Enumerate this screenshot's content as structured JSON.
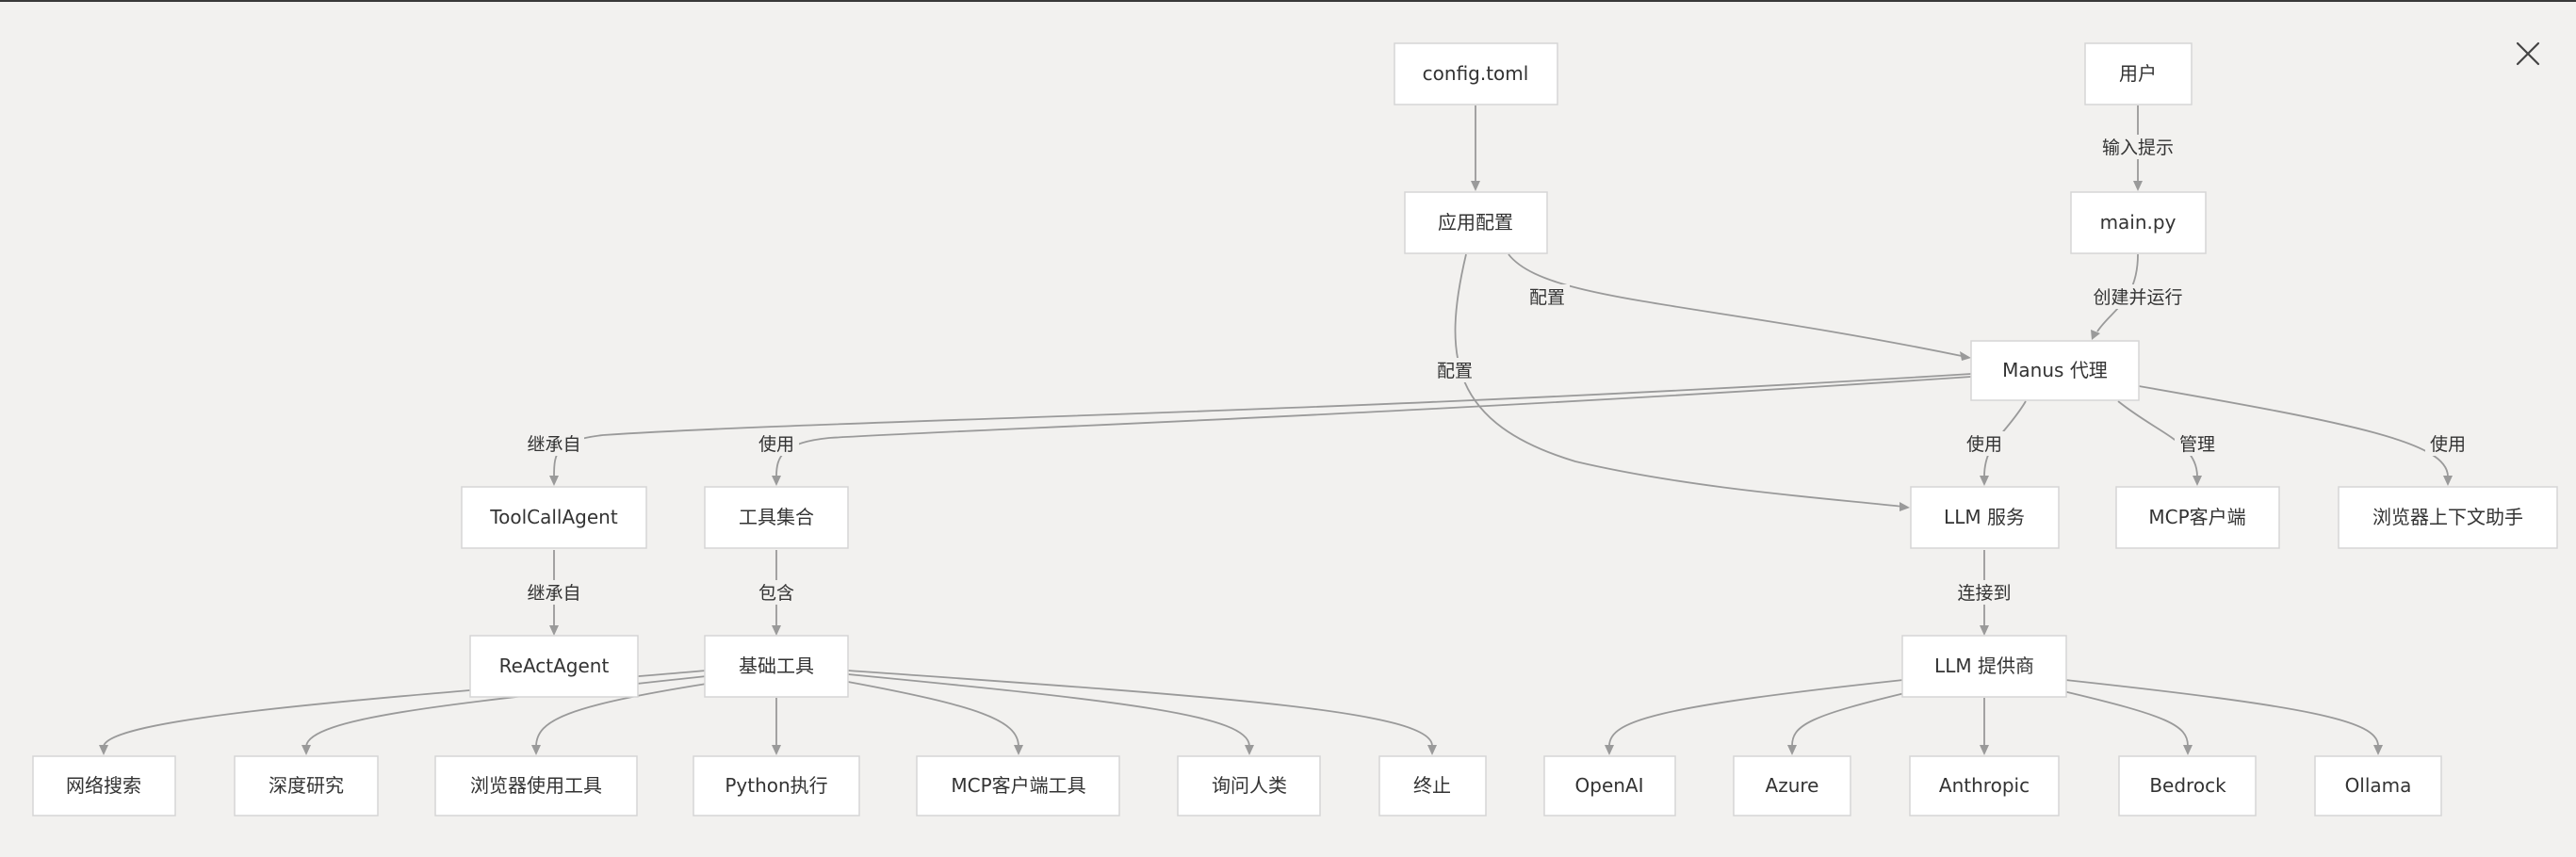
{
  "nodes": {
    "config": "config.toml",
    "user": "用户",
    "appconfig": "应用配置",
    "main": "main.py",
    "manus": "Manus 代理",
    "toolcall": "ToolCallAgent",
    "toolset": "工具集合",
    "llm": "LLM 服务",
    "mcpclient": "MCP客户端",
    "browserctx": "浏览器上下文助手",
    "react": "ReActAgent",
    "basetools": "基础工具",
    "llmprov": "LLM 提供商",
    "websearch": "网络搜索",
    "deepresearch": "深度研究",
    "browseruse": "浏览器使用工具",
    "python": "Python执行",
    "mcptool": "MCP客户端工具",
    "askhuman": "询问人类",
    "terminate": "终止",
    "openai": "OpenAI",
    "azure": "Azure",
    "anthropic": "Anthropic",
    "bedrock": "Bedrock",
    "ollama": "Ollama"
  },
  "edge_labels": {
    "input_prompt": "输入提示",
    "create_run": "创建并运行",
    "configure_a": "配置",
    "configure_b": "配置",
    "inherit_a": "继承自",
    "use_a": "使用",
    "use_b": "使用",
    "manage": "管理",
    "use_c": "使用",
    "inherit_b": "继承自",
    "contains": "包含",
    "connect_to": "连接到"
  },
  "icons": {
    "close": "close-icon"
  }
}
